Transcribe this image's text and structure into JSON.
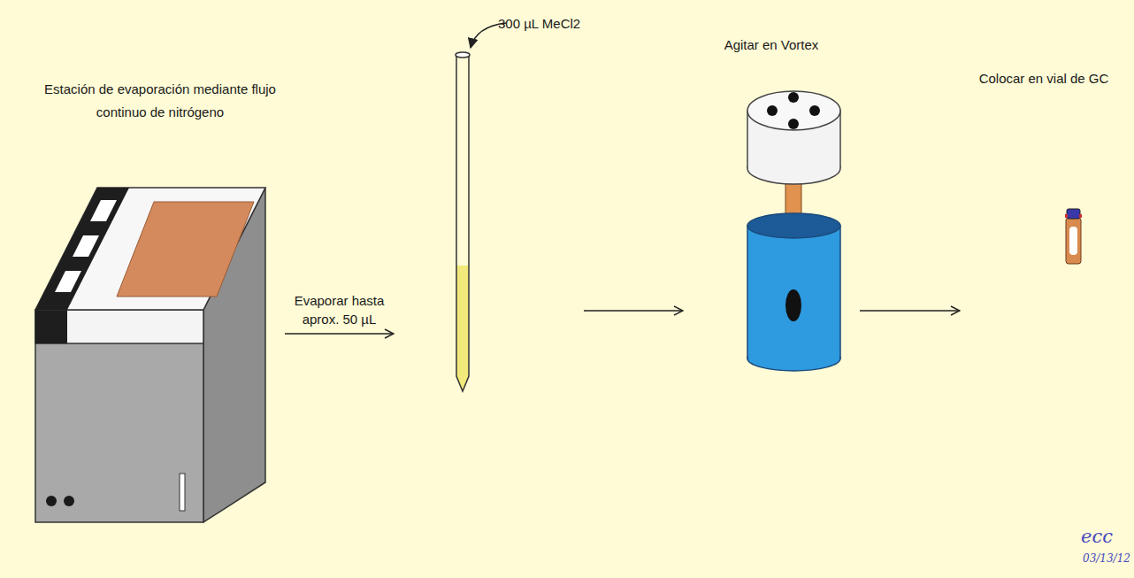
{
  "diagram": {
    "nodes": [
      {
        "text": [
          "Estación de evaporación mediante flujo continuo de nitrógeno"
        ]
      },
      {
        "text": [
          "300 µL MeCl2"
        ]
      },
      {
        "text": [
          "Agitar en Vortex"
        ]
      },
      {
        "text": [
          "Colocar en vial de GC"
        ]
      }
    ],
    "edges": [
      {
        "from": 0,
        "to": 1,
        "label": "Evaporar hasta aprox. 50 µL",
        "arrow": "to"
      },
      {
        "from": 1,
        "to": 2,
        "arrow": "to"
      },
      {
        "from": 2,
        "to": 3,
        "arrow": "to"
      }
    ],
    "labels": [
      "ecc",
      "03/13/12"
    ]
  }
}
